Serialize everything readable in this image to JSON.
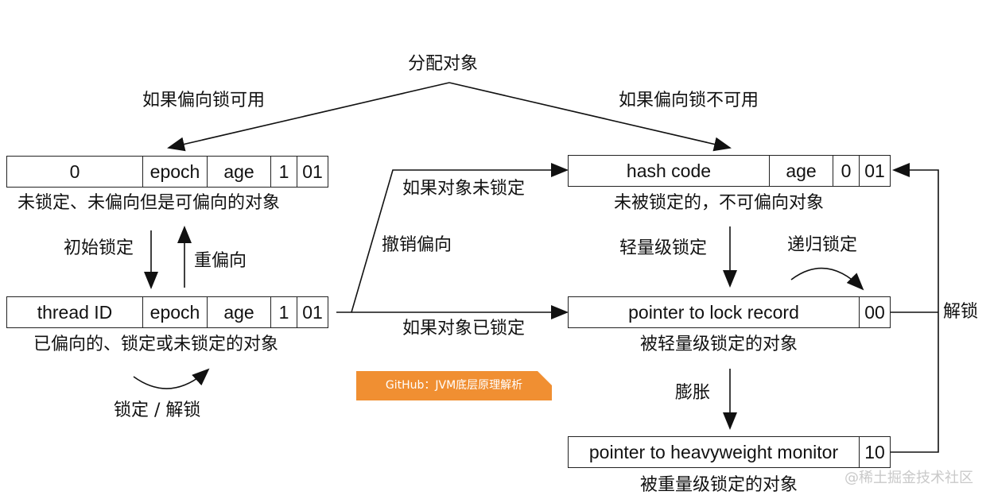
{
  "labels": {
    "allocate": "分配对象",
    "bias_available": "如果偏向锁可用",
    "bias_unavailable": "如果偏向锁不可用",
    "unlocked_biasable": "未锁定、未偏向但是可偏向的对象",
    "init_lock": "初始锁定",
    "rebias": "重偏向",
    "biased": "已偏向的、锁定或未锁定的对象",
    "lock_unlock": "锁定 / 解锁",
    "if_unlocked": "如果对象未锁定",
    "revoke_bias": "撤销偏向",
    "if_locked": "如果对象已锁定",
    "unlocked_nonbiasable": "未被锁定的，不可偏向对象",
    "light_lock": "轻量级锁定",
    "recursive_lock": "递归锁定",
    "unlock": "解锁",
    "light_locked": "被轻量级锁定的对象",
    "inflate": "膨胀",
    "heavy_locked": "被重量级锁定的对象"
  },
  "headers": {
    "biasable": [
      "0",
      "epoch",
      "age",
      "1",
      "01"
    ],
    "biased": [
      "thread ID",
      "epoch",
      "age",
      "1",
      "01"
    ],
    "unbiased": [
      "hash code",
      "age",
      "0",
      "01"
    ],
    "lightweight": [
      "pointer to lock record",
      "00"
    ],
    "heavyweight": [
      "pointer to heavyweight monitor",
      "10"
    ]
  },
  "note": "GitHub：JVM底层原理解析",
  "watermark": "@稀土掘金技术社区"
}
